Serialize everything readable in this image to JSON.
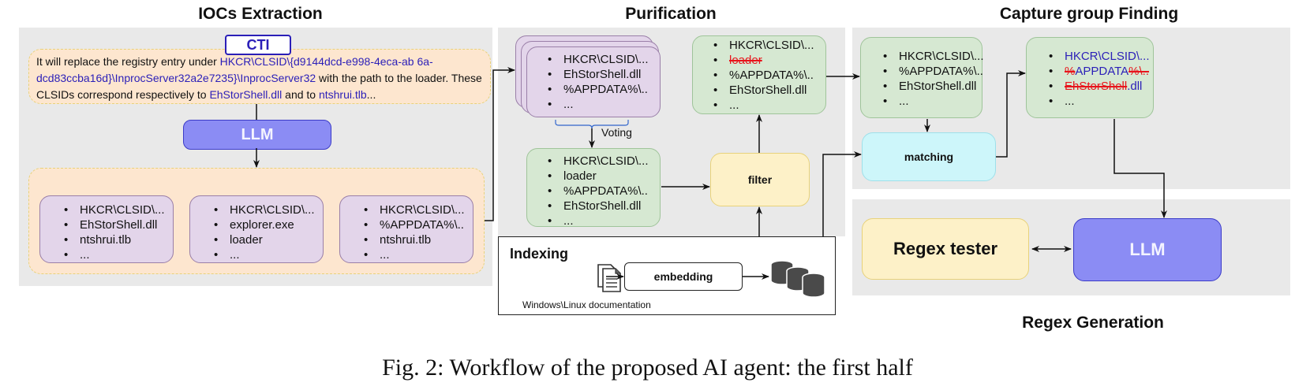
{
  "sections": {
    "iocs_extraction": "IOCs Extraction",
    "purification": "Purification",
    "capture_group_finding": "Capture group Finding",
    "regex_generation": "Regex Generation",
    "indexing": "Indexing"
  },
  "cti": {
    "label": "CTI",
    "text_parts": [
      {
        "t": "It will replace the registry entry under ",
        "style": "plain"
      },
      {
        "t": "HKCR\\CLSID\\{d9144dcd-e998-4eca-ab 6a-dcd83ccba16d}\\InprocServer32a2e7235}\\InprocServer32",
        "style": "blue"
      },
      {
        "t": " with the path to the loader. These CLSIDs correspond respectively to ",
        "style": "plain"
      },
      {
        "t": "EhStorShell.dll",
        "style": "blue"
      },
      {
        "t": " and to ",
        "style": "plain"
      },
      {
        "t": "ntshrui.tlb",
        "style": "blue"
      },
      {
        "t": "...",
        "style": "plain"
      }
    ]
  },
  "llm_label": "LLM",
  "extraction_results": [
    [
      "HKCR\\CLSID\\...",
      "EhStorShell.dll",
      "ntshrui.tlb",
      "..."
    ],
    [
      "HKCR\\CLSID\\...",
      "explorer.exe",
      "loader",
      "..."
    ],
    [
      "HKCR\\CLSID\\...",
      "%APPDATA%\\..",
      "ntshrui.tlb",
      "..."
    ]
  ],
  "purification": {
    "stacked": [
      "HKCR\\CLSID\\...",
      "EhStorShell.dll",
      "%APPDATA%\\..",
      "..."
    ],
    "voting_label": "Voting",
    "voted": [
      "HKCR\\CLSID\\...",
      "loader",
      "%APPDATA%\\..",
      "EhStorShell.dll",
      "..."
    ],
    "filter_label": "filter",
    "filtered": [
      {
        "text": "HKCR\\CLSID\\...",
        "struck": false
      },
      {
        "text": "loader",
        "struck": true
      },
      {
        "text": "%APPDATA%\\..",
        "struck": false
      },
      {
        "text": "EhStorShell.dll",
        "struck": false
      },
      {
        "text": "...",
        "struck": false
      }
    ]
  },
  "indexing": {
    "embedding_label": "embedding",
    "doc_label": "Windows\\Linux documentation"
  },
  "capture": {
    "input": [
      "HKCR\\CLSID\\...",
      "%APPDATA%\\..",
      "EhStorShell.dll",
      "..."
    ],
    "matching_label": "matching",
    "output": {
      "line1": "HKCR\\CLSID\\...",
      "line2_pre": "%",
      "line2_mid": "APPDATA",
      "line2_post": "%\\..",
      "line3_struck": "EhStorShell",
      "line3_rest": ".dll",
      "line4": "..."
    }
  },
  "regex": {
    "tester_label": "Regex tester",
    "llm_label": "LLM"
  },
  "caption": "Fig. 2: Workflow of the proposed AI agent: the first half",
  "colors": {
    "llm_fill": "#8b8cf4",
    "highlight_blue": "#2b1fb8",
    "strike_red": "#e8141b"
  }
}
